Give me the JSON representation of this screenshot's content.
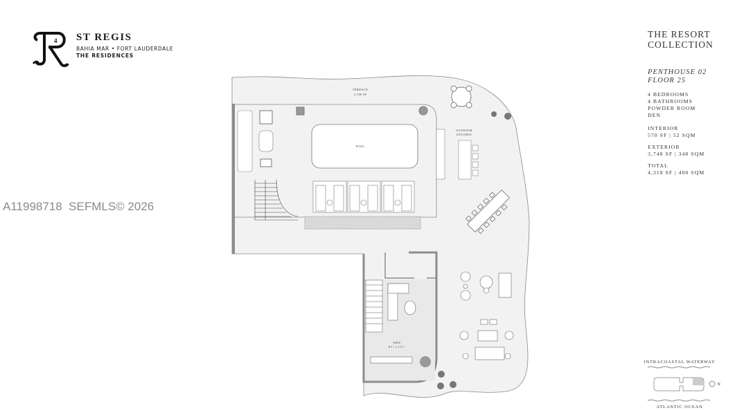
{
  "brand": {
    "logo_monogram": "SR",
    "name": "ST REGIS",
    "location": "BAHIA MAR • FORT LAUDERDALE",
    "subtitle": "THE RESIDENCES"
  },
  "watermark": "A11998718  SEFMLS© 2026",
  "info": {
    "collection_line1": "THE RESORT",
    "collection_line2": "COLLECTION",
    "unit": "PENTHOUSE 02",
    "floor": "FLOOR 25",
    "features": [
      "4 BEDROOMS",
      "4 BATHROOMS",
      "POWDER ROOM",
      "DEN"
    ],
    "interior_label": "INTERIOR",
    "interior_value": "570 SF | 52 SQM",
    "exterior_label": "EXTERIOR",
    "exterior_value": "3,748 SF | 348 SQM",
    "total_label": "TOTAL",
    "total_value": "4,318 SF | 400 SQM"
  },
  "plan": {
    "terrace_label": "TERRACE",
    "terrace_area": "3,748 SF",
    "pool_label": "POOL",
    "kitchen_line1": "OUTDOOR",
    "kitchen_line2": "KITCHEN",
    "den_label": "DEN",
    "den_size": "8'1\" x 11'1\""
  },
  "key_plan": {
    "top_label": "INTRACOASTAL WATERWAY",
    "bottom_label": "ATLANTIC OCEAN",
    "north_label": "N"
  },
  "colors": {
    "floor_fill": "#f1f2f1",
    "wall": "#8c8c8c",
    "line": "#777777"
  }
}
